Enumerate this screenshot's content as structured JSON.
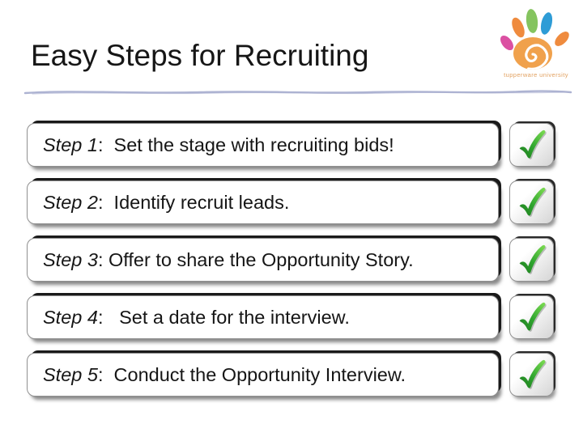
{
  "slide": {
    "title": "Easy Steps for Recruiting",
    "logo": {
      "caption": "tupperware university",
      "palette": {
        "palm_orange": "#F0A14C",
        "finger_pink": "#DB50A2",
        "finger_orange": "#EF8B3E",
        "finger_green": "#85C45F",
        "finger_blue": "#2E9CD6"
      }
    },
    "colors": {
      "title_text": "#161616",
      "divider": "#ADB3D2",
      "box_border": "#8F8F8F",
      "box_shadow_dark": "#1A1A1A",
      "check_green_dark": "#1D7A1D",
      "check_green_mid": "#2FA52F",
      "check_green_light": "#7EDD52"
    },
    "icons": {
      "check": "green-checkmark"
    },
    "steps": [
      {
        "label": "Step 1",
        "text": ":  Set the stage with recruiting bids!"
      },
      {
        "label": "Step 2",
        "text": ":  Identify recruit leads."
      },
      {
        "label": "Step 3",
        "text": ": Offer to share the Opportunity Story."
      },
      {
        "label": "Step 4",
        "text": ":   Set a date for the interview."
      },
      {
        "label": "Step 5",
        "text": ":  Conduct the Opportunity Interview."
      }
    ]
  }
}
